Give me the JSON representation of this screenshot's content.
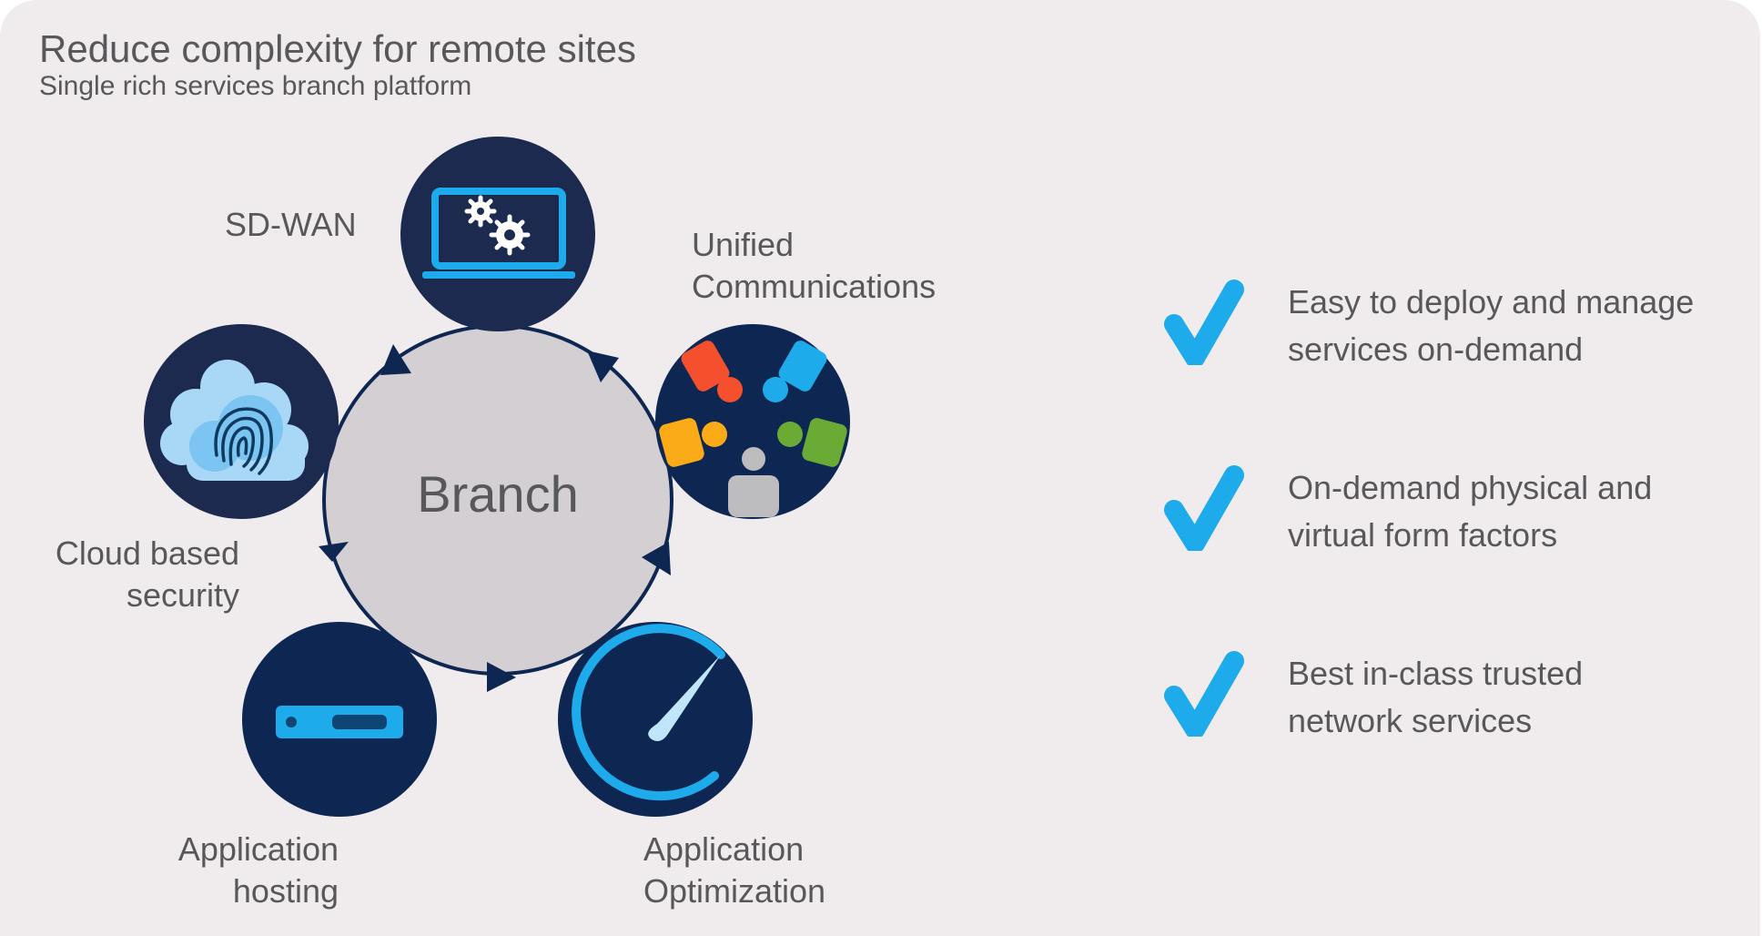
{
  "header": {
    "title": "Reduce complexity for remote sites",
    "subtitle": "Single rich services branch platform"
  },
  "diagram": {
    "center_label": "Branch",
    "services": [
      {
        "id": "sd-wan",
        "label_lines": [
          "SD-WAN"
        ],
        "icon": "laptop-gears-icon"
      },
      {
        "id": "unified-communications",
        "label_lines": [
          "Unified",
          "Communications"
        ],
        "icon": "collaboration-people-icon"
      },
      {
        "id": "application-optimization",
        "label_lines": [
          "Application",
          "Optimization"
        ],
        "icon": "speedometer-icon"
      },
      {
        "id": "application-hosting",
        "label_lines": [
          "Application",
          "hosting"
        ],
        "icon": "server-icon"
      },
      {
        "id": "cloud-security",
        "label_lines": [
          "Cloud based",
          "security"
        ],
        "icon": "cloud-fingerprint-icon"
      }
    ]
  },
  "benefits": [
    {
      "icon": "checkmark-icon",
      "lines": [
        "Easy to deploy and manage",
        "services on-demand"
      ]
    },
    {
      "icon": "checkmark-icon",
      "lines": [
        "On-demand physical and",
        "virtual form factors"
      ]
    },
    {
      "icon": "checkmark-icon",
      "lines": [
        "Best in-class trusted",
        "network services"
      ]
    }
  ],
  "colors": {
    "background": "#f0ecee",
    "navy": "#0e2752",
    "accent_blue": "#1eabec",
    "center_gray": "#d3cfd2",
    "text_gray": "#58585a"
  }
}
